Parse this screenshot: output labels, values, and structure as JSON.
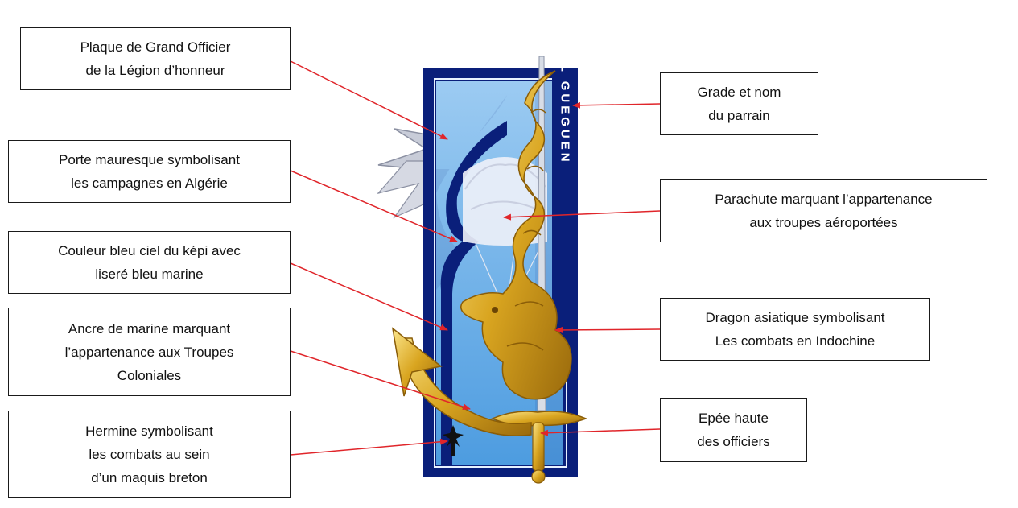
{
  "insignia": {
    "vertical_text": "COLONEL GUEGUEN",
    "colors": {
      "frame_navy": "#0a1f7a",
      "sky_blue": "#5aa8e6",
      "light_blue": "#9ccbf2",
      "gold": "#d9a520",
      "gold_light": "#f5d76b",
      "silver": "#c8ccd8",
      "arrow_red": "#e0252a"
    }
  },
  "annotations": {
    "left": [
      {
        "lines": [
          "Plaque de Grand Officier",
          "de la Légion d’honneur"
        ]
      },
      {
        "lines": [
          "Porte mauresque symbolisant",
          "les campagnes en Algérie"
        ]
      },
      {
        "lines": [
          "Couleur bleu ciel du képi avec",
          "liseré bleu marine"
        ]
      },
      {
        "lines": [
          "Ancre de marine marquant",
          "l’appartenance aux Troupes",
          "Coloniales"
        ]
      },
      {
        "lines": [
          "Hermine symbolisant",
          "les combats au sein",
          "d’un maquis breton"
        ]
      }
    ],
    "right": [
      {
        "lines": [
          "Grade et nom",
          "du parrain"
        ]
      },
      {
        "lines": [
          "Parachute marquant  l’appartenance",
          "aux troupes aéroportées"
        ]
      },
      {
        "lines": [
          "Dragon asiatique  symbolisant",
          "Les combats en Indochine"
        ]
      },
      {
        "lines": [
          "Epée haute",
          "des officiers"
        ]
      }
    ]
  }
}
